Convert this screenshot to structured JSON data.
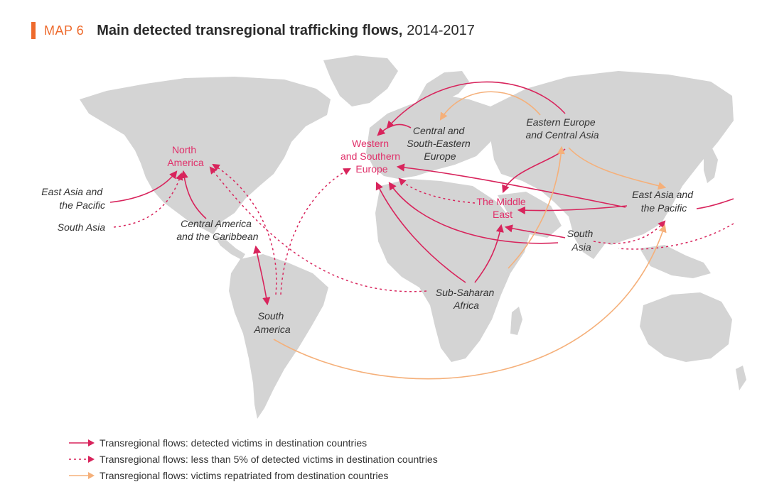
{
  "header": {
    "map_number": "MAP 6",
    "title": "Main detected transregional trafficking flows,",
    "years": "2014-2017"
  },
  "colors": {
    "accent": "#ee6a2c",
    "flow_detected": "#d8245c",
    "flow_minor": "#d8245c",
    "flow_repatriated": "#f5b07a",
    "land": "#d4d4d4"
  },
  "regions": {
    "north_america": [
      "North",
      "America"
    ],
    "western_southern_europe": [
      "Western",
      "and Southern",
      "Europe"
    ],
    "central_se_europe": [
      "Central and",
      "South-Eastern",
      "Europe"
    ],
    "eastern_europe_central_asia": [
      "Eastern Europe",
      "and Central Asia"
    ],
    "east_asia_pacific_left": [
      "East Asia and",
      "the Pacific"
    ],
    "south_asia_left": "South Asia",
    "central_america_caribbean": [
      "Central America",
      "and the Caribbean"
    ],
    "middle_east": [
      "The Middle",
      "East"
    ],
    "east_asia_pacific_right": [
      "East Asia and",
      "the Pacific"
    ],
    "south_asia_right": [
      "South",
      "Asia"
    ],
    "sub_saharan_africa": [
      "Sub-Saharan",
      "Africa"
    ],
    "south_america": [
      "South",
      "America"
    ]
  },
  "legend": [
    {
      "style": "solid",
      "label": "Transregional flows: detected victims in destination countries"
    },
    {
      "style": "dotted",
      "label": "Transregional flows: less than 5% of detected victims in destination countries"
    },
    {
      "style": "repatriated",
      "label": "Transregional flows: victims repatriated from destination countries"
    }
  ]
}
